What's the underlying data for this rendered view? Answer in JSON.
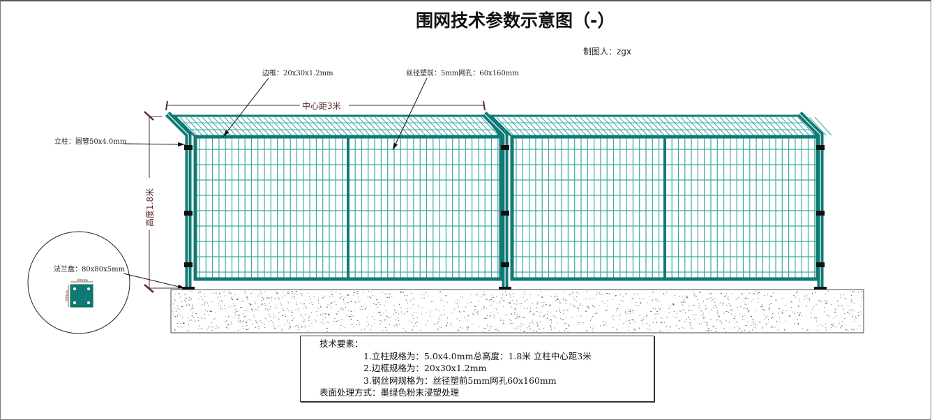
{
  "title": "围网技术参数示意图（-）",
  "author": "制图人：zgx",
  "labels": {
    "frame": "边框：20x30x1.2mm",
    "mesh": "丝径塑前：5mm网孔：60x160mm",
    "post": "立柱：圆管50x4.0mm",
    "flange": "法兰盘：80x80x5mm",
    "flange_width": "80mm",
    "flange_height": "80mm",
    "center_distance": "中心距3米",
    "height": "高度1.8米"
  },
  "spec": {
    "heading": "技术要素：",
    "items": [
      "1.立柱规格为：5.0x4.0mm总高度：1.8米 立柱中心距3米",
      "2.边框规格为：20x30x1.2mm",
      "3.钢丝网规格为：丝径塑前5mm网孔60x160mm"
    ],
    "surface": "表面处理方式：墨绿色粉末浸塑处理"
  },
  "colors": {
    "frame": "#0f7a75",
    "mesh": "#3ea9a2",
    "dimension": "#5a2a2a"
  }
}
